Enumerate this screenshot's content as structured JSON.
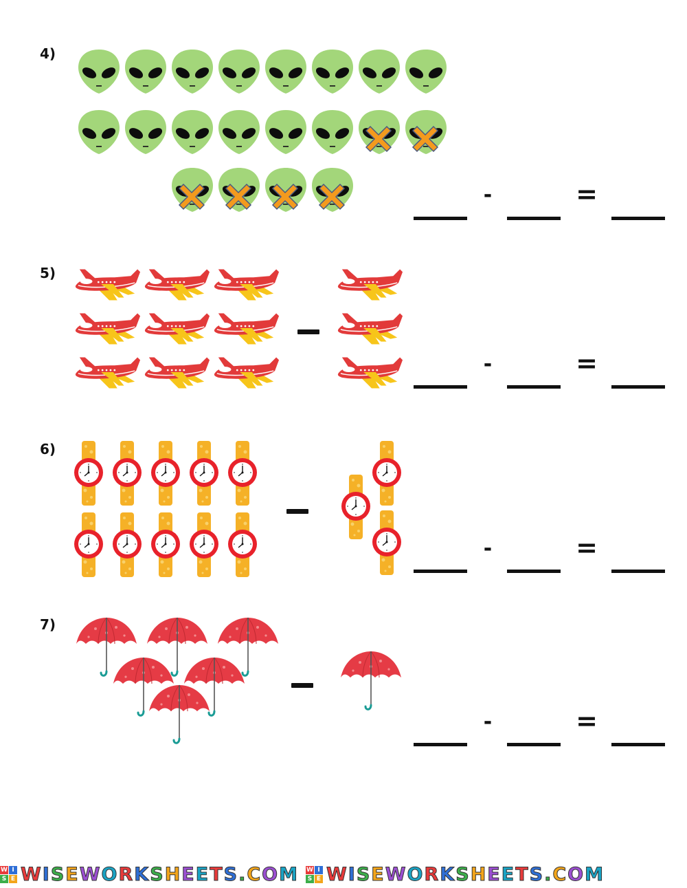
{
  "problems": [
    {
      "number": "4)",
      "item": "alien",
      "total": 20,
      "crossed": 6
    },
    {
      "number": "5)",
      "item": "airplane",
      "left_count": 9,
      "right_count": 3
    },
    {
      "number": "6)",
      "item": "wristwatch",
      "left_count": 10,
      "right_count": 3
    },
    {
      "number": "7)",
      "item": "umbrella",
      "left_count": 6,
      "right_count": 1
    }
  ],
  "equation": {
    "minus": "-",
    "equals": "="
  },
  "footer": {
    "brand": "WISEWORKSHEETS.COM",
    "logo_letters": [
      "W",
      "I",
      "S",
      "E"
    ]
  },
  "colors": {
    "alien": "#a3d67a",
    "cross": "#f39a1e",
    "plane": "#e23a3a",
    "plane_wing": "#f7c51a",
    "watch_band": "#f5b127",
    "watch_face": "#e8222b",
    "umbrella": "#e53b45",
    "handle": "#1a9c95"
  }
}
